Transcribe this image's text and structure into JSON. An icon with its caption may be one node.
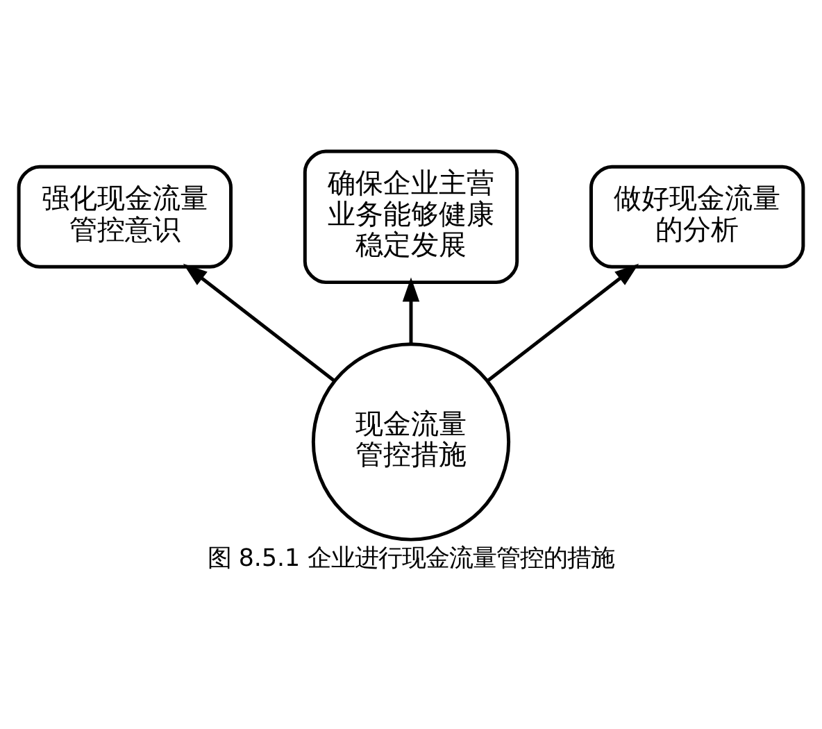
{
  "diagram": {
    "caption": "图 8.5.1 企业进行现金流量管控的措施",
    "nodes": [
      {
        "text": [
          "现金流量管控措施"
        ]
      },
      {
        "text": [
          "强化现金流量管控意识"
        ]
      },
      {
        "text": [
          "确保企业主营业务能够健康稳定发展"
        ]
      },
      {
        "text": [
          "做好现金流量的分析"
        ]
      }
    ],
    "edges": [
      {
        "from": 0,
        "to": 1,
        "arrow": "to"
      },
      {
        "from": 0,
        "to": 2,
        "arrow": "to"
      },
      {
        "from": 0,
        "to": 3,
        "arrow": "to"
      }
    ]
  }
}
